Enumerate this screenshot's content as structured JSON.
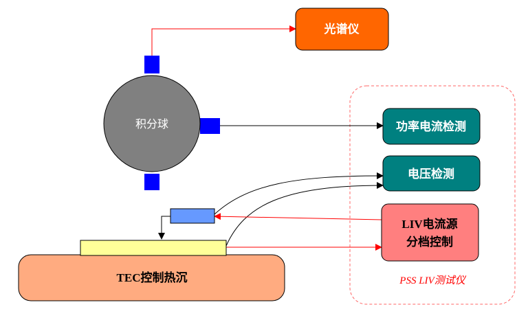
{
  "nodes": {
    "spectrometer": "光谱仪",
    "sphere": "积分球",
    "power_monitor": "功率电流检测",
    "voltage_monitor": "电压检测",
    "liv_source_line1": "LIV电流源",
    "liv_source_line2": "分档控制",
    "tec": "TEC控制热沉",
    "system_label": "PSS LIV测试仪"
  },
  "colors": {
    "spectrometer_fill": "#FF6600",
    "sphere_fill": "#808080",
    "port_fill": "#0000FF",
    "monitor_fill": "#008080",
    "liv_fill": "#FF7F7F",
    "tec_fill": "#FFAB80",
    "chip_fill": "#FFFF99",
    "probe_fill": "#6699FF",
    "red_line": "#FF0000",
    "black_line": "#000000",
    "dashed_border": "#FF6666"
  }
}
